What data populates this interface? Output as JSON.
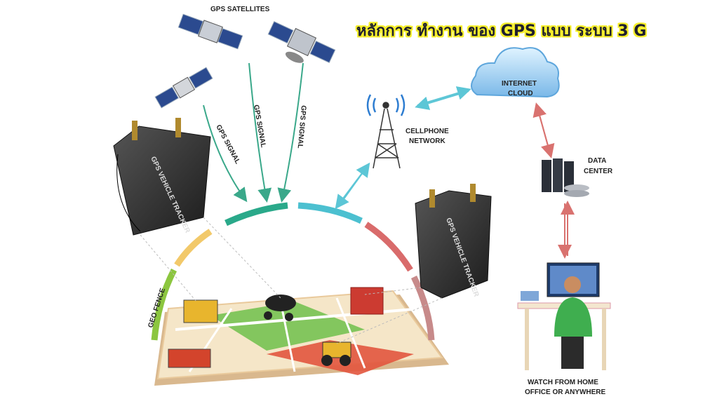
{
  "title": "หลักการ ทำงาน ของ GPS แบบ ระบบ 3 G",
  "labels": {
    "satellites": "GPS SATELLITES",
    "gps_signal": "GPS SIGNAL",
    "cellphone_network_line1": "CELLPHONE",
    "cellphone_network_line2": "NETWORK",
    "internet_cloud_line1": "INTERNET",
    "internet_cloud_line2": "CLOUD",
    "data_center_line1": "DATA",
    "data_center_line2": "CENTER",
    "watch_line1": "WATCH FROM HOME",
    "watch_line2": "OFFICE OR ANYWHERE",
    "geo_fence": "GEO FENCE",
    "tracker_label": "GPS VEHICLE TRACKER"
  },
  "colors": {
    "title_outline": "#f6ef2a",
    "signal_arrow": "#3aa88a",
    "network_arrow": "#5cc6d6",
    "server_arrow": "#d9726f",
    "arc_green": "#2aa98a",
    "arc_teal": "#4cc0d0",
    "arc_red": "#d96b6b",
    "arc_yellow": "#f2c96a",
    "arc_lime": "#8cc63f"
  },
  "icons": [
    "satellite-icon",
    "cell-tower-icon",
    "cloud-icon",
    "server-icon",
    "gps-tracker-icon",
    "map-icon",
    "person-at-desk-icon"
  ]
}
